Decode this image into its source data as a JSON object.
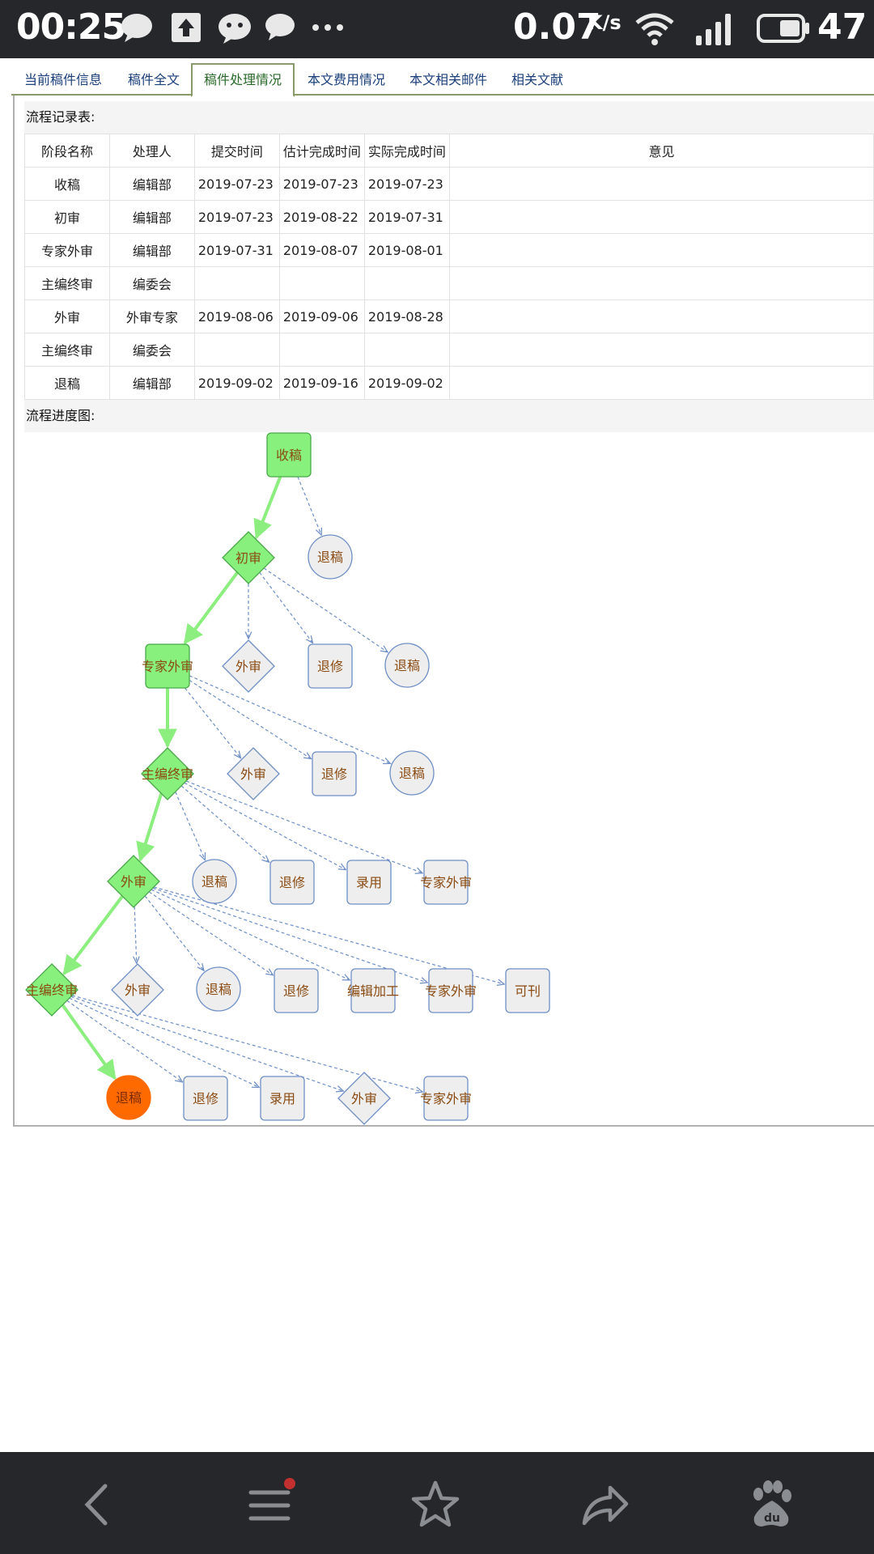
{
  "status_bar": {
    "time": "00:25",
    "net_speed": "0.07",
    "net_unit": "K/s",
    "battery": "47",
    "icons": [
      "chat-bubble-icon",
      "upload-icon",
      "wechat-icon",
      "message-icon",
      "more-dots-icon",
      "wifi-icon",
      "signal-icon",
      "battery-icon"
    ]
  },
  "tabs": [
    {
      "label": "当前稿件信息"
    },
    {
      "label": "稿件全文"
    },
    {
      "label": "稿件处理情况",
      "active": true
    },
    {
      "label": "本文费用情况"
    },
    {
      "label": "本文相关邮件"
    },
    {
      "label": "相关文献"
    }
  ],
  "record_table": {
    "title": "流程记录表:",
    "headers": [
      "阶段名称",
      "处理人",
      "提交时间",
      "估计完成时间",
      "实际完成时间",
      "意见"
    ],
    "rows": [
      [
        "收稿",
        "编辑部",
        "2019-07-23",
        "2019-07-23",
        "2019-07-23",
        ""
      ],
      [
        "初审",
        "编辑部",
        "2019-07-23",
        "2019-08-22",
        "2019-07-31",
        ""
      ],
      [
        "专家外审",
        "编辑部",
        "2019-07-31",
        "2019-08-07",
        "2019-08-01",
        ""
      ],
      [
        "主编终审",
        "编委会",
        "",
        "",
        "",
        ""
      ],
      [
        "外审",
        "外审专家",
        "2019-08-06",
        "2019-09-06",
        "2019-08-28",
        ""
      ],
      [
        "主编终审",
        "编委会",
        "",
        "",
        "",
        ""
      ],
      [
        "退稿",
        "编辑部",
        "2019-09-02",
        "2019-09-16",
        "2019-09-02",
        ""
      ]
    ]
  },
  "progress": {
    "title": "流程进度图:",
    "nodes": [
      {
        "id": "n0",
        "label": "收稿",
        "shape": "rect",
        "state": "done"
      },
      {
        "id": "n1",
        "label": "初审",
        "shape": "diamond",
        "state": "done"
      },
      {
        "id": "n1a",
        "label": "退稿",
        "shape": "circle",
        "state": "option"
      },
      {
        "id": "n2",
        "label": "专家外审",
        "shape": "rect",
        "state": "done"
      },
      {
        "id": "n2a",
        "label": "外审",
        "shape": "diamond",
        "state": "option"
      },
      {
        "id": "n2b",
        "label": "退修",
        "shape": "rect",
        "state": "option"
      },
      {
        "id": "n2c",
        "label": "退稿",
        "shape": "circle",
        "state": "option"
      },
      {
        "id": "n3",
        "label": "主编终审",
        "shape": "diamond",
        "state": "done"
      },
      {
        "id": "n3a",
        "label": "外审",
        "shape": "diamond",
        "state": "option"
      },
      {
        "id": "n3b",
        "label": "退修",
        "shape": "rect",
        "state": "option"
      },
      {
        "id": "n3c",
        "label": "退稿",
        "shape": "circle",
        "state": "option"
      },
      {
        "id": "n4",
        "label": "外审",
        "shape": "diamond",
        "state": "done"
      },
      {
        "id": "n4a",
        "label": "退稿",
        "shape": "circle",
        "state": "option"
      },
      {
        "id": "n4b",
        "label": "退修",
        "shape": "rect",
        "state": "option"
      },
      {
        "id": "n4c",
        "label": "录用",
        "shape": "rect",
        "state": "option"
      },
      {
        "id": "n4d",
        "label": "专家外审",
        "shape": "rect",
        "state": "option"
      },
      {
        "id": "n5",
        "label": "主编终审",
        "shape": "diamond",
        "state": "done"
      },
      {
        "id": "n5a",
        "label": "外审",
        "shape": "diamond",
        "state": "option"
      },
      {
        "id": "n5b",
        "label": "退稿",
        "shape": "circle",
        "state": "option"
      },
      {
        "id": "n5c",
        "label": "退修",
        "shape": "rect",
        "state": "option"
      },
      {
        "id": "n5d",
        "label": "编辑加工",
        "shape": "rect",
        "state": "option"
      },
      {
        "id": "n5e",
        "label": "专家外审",
        "shape": "rect",
        "state": "option"
      },
      {
        "id": "n5f",
        "label": "可刊",
        "shape": "rect",
        "state": "option"
      },
      {
        "id": "n6",
        "label": "退稿",
        "shape": "circle",
        "state": "current"
      },
      {
        "id": "n6a",
        "label": "退修",
        "shape": "rect",
        "state": "option"
      },
      {
        "id": "n6b",
        "label": "录用",
        "shape": "rect",
        "state": "option"
      },
      {
        "id": "n6c",
        "label": "外审",
        "shape": "diamond",
        "state": "option"
      },
      {
        "id": "n6d",
        "label": "专家外审",
        "shape": "rect",
        "state": "option"
      }
    ],
    "edges": [
      {
        "from": "n0",
        "to": "n1",
        "kind": "taken"
      },
      {
        "from": "n0",
        "to": "n1a",
        "kind": "option"
      },
      {
        "from": "n1",
        "to": "n2",
        "kind": "taken"
      },
      {
        "from": "n1",
        "to": "n2a",
        "kind": "option"
      },
      {
        "from": "n1",
        "to": "n2b",
        "kind": "option"
      },
      {
        "from": "n1",
        "to": "n2c",
        "kind": "option"
      },
      {
        "from": "n2",
        "to": "n3",
        "kind": "taken"
      },
      {
        "from": "n2",
        "to": "n3a",
        "kind": "option"
      },
      {
        "from": "n2",
        "to": "n3b",
        "kind": "option"
      },
      {
        "from": "n2",
        "to": "n3c",
        "kind": "option"
      },
      {
        "from": "n3",
        "to": "n4",
        "kind": "taken"
      },
      {
        "from": "n3",
        "to": "n4a",
        "kind": "option"
      },
      {
        "from": "n3",
        "to": "n4b",
        "kind": "option"
      },
      {
        "from": "n3",
        "to": "n4c",
        "kind": "option"
      },
      {
        "from": "n3",
        "to": "n4d",
        "kind": "option"
      },
      {
        "from": "n4",
        "to": "n5",
        "kind": "taken"
      },
      {
        "from": "n4",
        "to": "n5a",
        "kind": "option"
      },
      {
        "from": "n4",
        "to": "n5b",
        "kind": "option"
      },
      {
        "from": "n4",
        "to": "n5c",
        "kind": "option"
      },
      {
        "from": "n4",
        "to": "n5d",
        "kind": "option"
      },
      {
        "from": "n4",
        "to": "n5e",
        "kind": "option"
      },
      {
        "from": "n4",
        "to": "n5f",
        "kind": "option"
      },
      {
        "from": "n5",
        "to": "n6",
        "kind": "taken"
      },
      {
        "from": "n5",
        "to": "n6a",
        "kind": "option"
      },
      {
        "from": "n5",
        "to": "n6b",
        "kind": "option"
      },
      {
        "from": "n5",
        "to": "n6c",
        "kind": "option"
      },
      {
        "from": "n5",
        "to": "n6d",
        "kind": "option"
      }
    ],
    "colors": {
      "done_fill": "#88f07c",
      "done_stroke": "#4aa84a",
      "option_fill": "#eeeeee",
      "option_stroke": "#6e8fc6",
      "current_fill": "#ff6a00",
      "taken_edge": "#8cee7e",
      "option_edge": "#6e8fc6",
      "label_text": "#8a4a10"
    }
  },
  "bottom_nav": {
    "items": [
      {
        "icon": "back-arrow-icon"
      },
      {
        "icon": "menu-icon",
        "badge": true
      },
      {
        "icon": "star-icon"
      },
      {
        "icon": "share-icon"
      },
      {
        "icon": "baidu-paw-icon"
      }
    ]
  }
}
